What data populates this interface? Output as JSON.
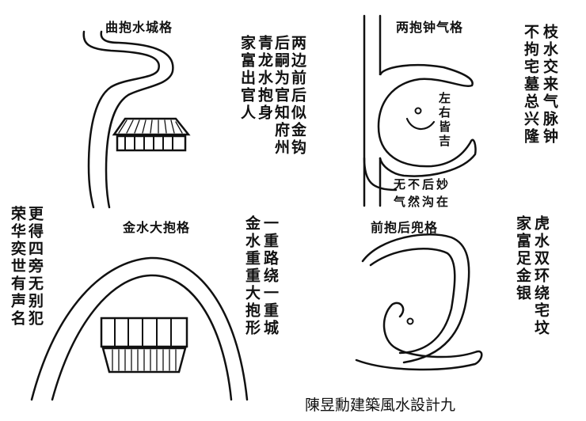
{
  "caption": "陳昱勳建築風水設計九",
  "panels": [
    {
      "title": "曲抱水城格",
      "verses": [
        "两边前后似金钩",
        "后嗣为官知府州",
        "青龙水抱身",
        "家富出官人"
      ]
    },
    {
      "title": "两抱钟气格",
      "verses": [
        "枝水交来气脉钟",
        "不拘宅墓总兴隆"
      ],
      "inner_label": "左右皆吉",
      "bottom_rows": [
        "无不后妙",
        "气然沟在"
      ]
    },
    {
      "title": "金水大抱格",
      "verses": [
        "一重路绕一重城",
        "金水重重大抱形"
      ],
      "side_verses": [
        "更得四旁无别犯",
        "荣华奕世有声名"
      ]
    },
    {
      "title": "前抱后兜格",
      "verses": [
        "虎水双环绕宅坟",
        "家富足金银"
      ]
    }
  ],
  "colors": {
    "ink": "#111111",
    "paper": "#ffffff"
  }
}
